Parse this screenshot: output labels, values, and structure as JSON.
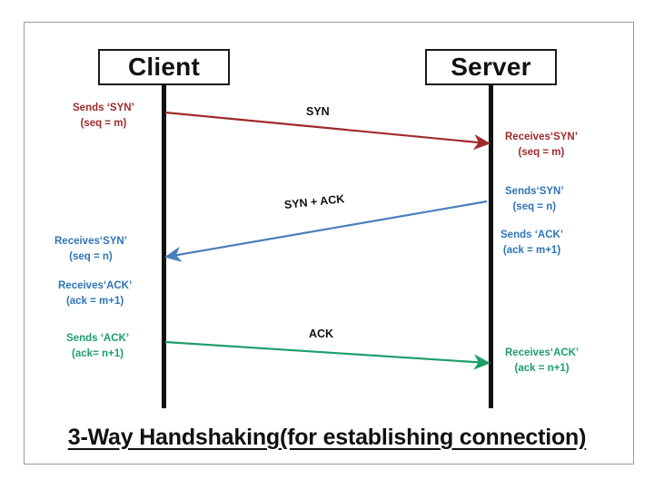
{
  "diagram": {
    "title": "3-Way Handshaking(for establishing connection)",
    "nodes": {
      "client": "Client",
      "server": "Server"
    },
    "colors": {
      "red": "#9e2a2b",
      "blue": "#2e75b6",
      "green": "#1e9e6a",
      "lifeline": "#111111",
      "frame": "#9a9a9a"
    },
    "messages": [
      {
        "id": "syn",
        "caption": "SYN",
        "direction": "client-to-server",
        "color": "#9e2a2b"
      },
      {
        "id": "syn-ack",
        "caption": "SYN + ACK",
        "direction": "server-to-client",
        "color": "#2e75b6"
      },
      {
        "id": "ack",
        "caption": "ACK",
        "direction": "client-to-server",
        "color": "#1e9e6a"
      }
    ],
    "notes": {
      "client_sends_syn": {
        "line1": "Sends ‘SYN’",
        "line2": "(seq = m)"
      },
      "server_receives_syn": {
        "line1": "Receives‘SYN’",
        "line2": "(seq = m)"
      },
      "server_sends_syn": {
        "line1": "Sends‘SYN’",
        "line2": "(seq = n)"
      },
      "server_sends_ack": {
        "line1": "Sends ‘ACK’",
        "line2": "(ack = m+1)"
      },
      "client_receives_syn": {
        "line1": "Receives‘SYN’",
        "line2": "(seq = n)"
      },
      "client_receives_ack": {
        "line1": "Receives‘ACK’",
        "line2": "(ack = m+1)"
      },
      "client_sends_ack": {
        "line1": "Sends ‘ACK’",
        "line2": "(ack= n+1)"
      },
      "server_receives_ack": {
        "line1": "Receives‘ACK’",
        "line2": "(ack = n+1)"
      }
    }
  }
}
